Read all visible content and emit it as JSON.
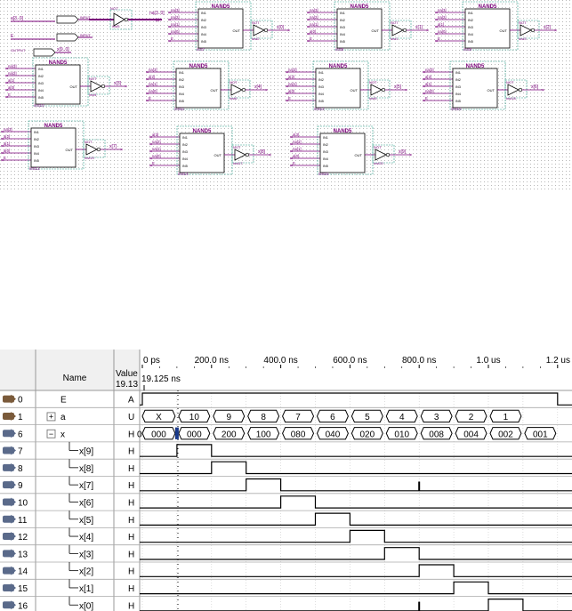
{
  "schematic": {
    "colors": {
      "wire": "#7a007a",
      "box": "#2f9f8a",
      "label": "#7a007a",
      "text": "#000000",
      "grid": "#b8b8b8"
    },
    "inputs": [
      {
        "label": "a[3..0]",
        "port": "INPUT"
      },
      {
        "label": "E",
        "port": "INPUT"
      }
    ],
    "output": {
      "port": "OUTPUT",
      "label": "x[9..0]"
    },
    "not_label": "NOT",
    "first_inst": "inst5",
    "first_out": "na[3..0]",
    "nand_title": "NAND5",
    "nand_in_pins": [
      "IN1",
      "IN2",
      "IN3",
      "IN4",
      "IN5"
    ],
    "nand_out_pin": "OUT",
    "cells": [
      {
        "inst": "inst7",
        "not_inst": "inst2",
        "out": "x[0]",
        "in": [
          "na[3]",
          "na[2]",
          "na[1]",
          "na[0]",
          "E"
        ]
      },
      {
        "inst": "inst8",
        "not_inst": "inst1",
        "out": "x[1]",
        "in": [
          "na[3]",
          "na[2]",
          "na[1]",
          "a[0]",
          "E"
        ]
      },
      {
        "inst": "inst9",
        "not_inst": "inst3",
        "out": "x[2]",
        "in": [
          "na[3]",
          "na[2]",
          "a[1]",
          "na[0]",
          "E"
        ]
      },
      {
        "inst": "inst10",
        "not_inst": "inst4",
        "out": "x[3]",
        "in": [
          "na[3]",
          "na[2]",
          "a[1]",
          "a[0]",
          "E"
        ]
      },
      {
        "inst": "inst11",
        "not_inst": "inst6",
        "out": "x[4]",
        "in": [
          "na[3]",
          "a[2]",
          "na[1]",
          "na[0]",
          "E"
        ]
      },
      {
        "inst": "inst12",
        "not_inst": "inst5",
        "out": "x[5]",
        "in": [
          "na[3]",
          "a[2]",
          "na[1]",
          "a[0]",
          "E"
        ]
      },
      {
        "inst": "inst16",
        "not_inst": "inst18",
        "out": "x[6]",
        "in": [
          "na[3]",
          "a[2]",
          "a[1]",
          "na[0]",
          "E"
        ]
      },
      {
        "inst": "inst13",
        "not_inst": "inst19",
        "out": "x[7]",
        "in": [
          "na[3]",
          "a[2]",
          "a[1]",
          "a[0]",
          "E"
        ]
      },
      {
        "inst": "inst14",
        "not_inst": "inst17",
        "out": "x[8]",
        "in": [
          "a[3]",
          "na[2]",
          "na[1]",
          "na[0]",
          "E"
        ]
      },
      {
        "inst": "inst15",
        "not_inst": "inst20",
        "out": "x[9]",
        "in": [
          "a[3]",
          "na[2]",
          "na[1]",
          "a[0]",
          "E"
        ]
      }
    ]
  },
  "waveform": {
    "header": {
      "name": "Name",
      "value": "Value",
      "value_sub": "19.13"
    },
    "cursor_time": "19.125 ns",
    "time_ticks": [
      "0 ps",
      "200.0 ns",
      "400.0 ns",
      "600.0 ns",
      "800.0 ns",
      "1.0 us",
      "1.2 us"
    ],
    "colors": {
      "bg": "#ffffff",
      "grid": "#c8c8c8",
      "signal": "#000000",
      "header_bg": "#f0f0f0",
      "icon_in": "#7a5a3a",
      "icon_out": "#5a6a8a"
    },
    "rows": [
      {
        "num": "0",
        "name": "E",
        "value": "A",
        "io": "in",
        "expand": ""
      },
      {
        "num": "1",
        "name": "a",
        "value": "U",
        "io": "in",
        "expand": "+"
      },
      {
        "num": "6",
        "name": "x",
        "value": "H 0",
        "io": "out",
        "expand": "-"
      },
      {
        "num": "7",
        "name": "x[9]",
        "value": "H",
        "io": "out",
        "expand": ""
      },
      {
        "num": "8",
        "name": "x[8]",
        "value": "H",
        "io": "out",
        "expand": ""
      },
      {
        "num": "9",
        "name": "x[7]",
        "value": "H",
        "io": "out",
        "expand": ""
      },
      {
        "num": "10",
        "name": "x[6]",
        "value": "H",
        "io": "out",
        "expand": ""
      },
      {
        "num": "11",
        "name": "x[5]",
        "value": "H",
        "io": "out",
        "expand": ""
      },
      {
        "num": "12",
        "name": "x[4]",
        "value": "H",
        "io": "out",
        "expand": ""
      },
      {
        "num": "13",
        "name": "x[3]",
        "value": "H",
        "io": "out",
        "expand": ""
      },
      {
        "num": "14",
        "name": "x[2]",
        "value": "H",
        "io": "out",
        "expand": ""
      },
      {
        "num": "15",
        "name": "x[1]",
        "value": "H",
        "io": "out",
        "expand": ""
      },
      {
        "num": "16",
        "name": "x[0]",
        "value": "H",
        "io": "out",
        "expand": ""
      }
    ],
    "bus_a": [
      "X",
      "10",
      "9",
      "8",
      "7",
      "6",
      "5",
      "4",
      "3",
      "2",
      "1"
    ],
    "bus_x": [
      "000",
      "000",
      "200",
      "100",
      "080",
      "040",
      "020",
      "010",
      "008",
      "004",
      "002",
      "001"
    ]
  }
}
